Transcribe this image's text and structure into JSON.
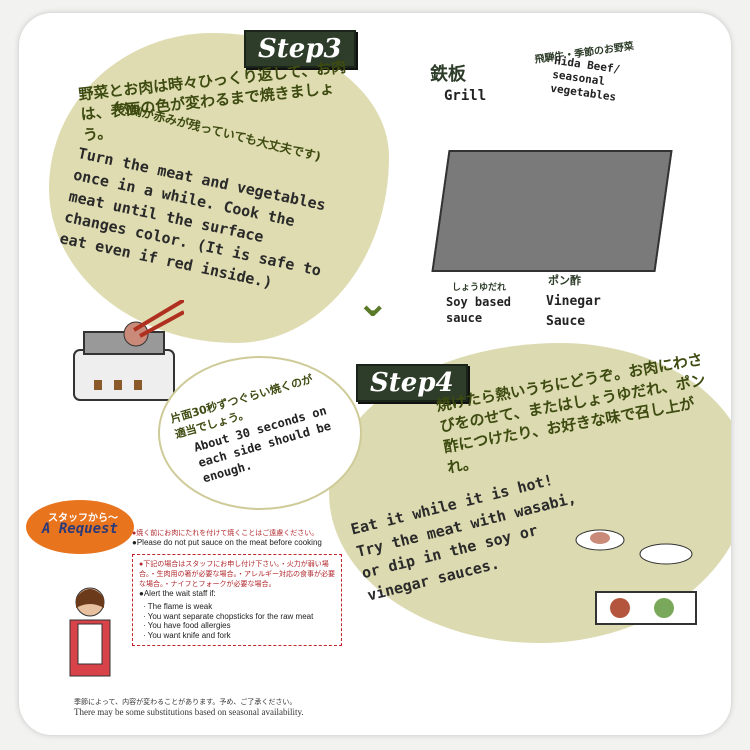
{
  "step3": {
    "badge": "Step3",
    "jp_main": "野菜とお肉は時々ひっくり返して、お肉は、表面の色が変わるまで焼きましょう。",
    "jp_sub": "(内側が赤みが残っていても大丈夫です)",
    "en": "Turn the meat and vegetables once in a while. Cook the meat until the surface changes color. (It is safe to eat even if red inside.)",
    "bubble_jp": "片面30秒ずつぐらい焼くのが適当でしょう。",
    "bubble_en": "About 30 seconds on each side should be enough."
  },
  "diagram": {
    "grill_jp": "鉄板",
    "grill_en": "Grill",
    "beef_jp": "飛騨牛・季節のお野菜",
    "beef_en": "Hida Beef/ seasonal vegetables",
    "soy_jp": "しょうゆだれ",
    "soy_en": "Soy based sauce",
    "vinegar_jp": "ポン酢",
    "vinegar_en": "Vinegar Sauce"
  },
  "step4": {
    "badge": "Step4",
    "jp": "焼けたら熱いうちにどうぞ。お肉にわさびをのせて、またはしょうゆだれ、ポン酢につけたり、お好きな味で召し上がれ。",
    "en": "Eat it while it is hot! Try the meat with wasabi, or dip in the soy or vinegar sauces."
  },
  "request": {
    "jp": "スタッフから〜",
    "en": "A Request"
  },
  "notes": {
    "jp1": "●焼く前にお肉にたれを付けて焼くことはご遠慮ください。",
    "en1": "●Please do not put sauce on the meat before cooking",
    "jp2": "●下記の場合はスタッフにお申し付け下さい。・火力が弱い場合。・生肉用の箸が必要な場合。・アレルギー対応の食事が必要な場合。・ナイフとフォークが必要な場合。",
    "en2_title": "●Alert the wait staff if:",
    "en2_items": [
      "· The flame is weak",
      "· You want separate chopsticks for the raw meat",
      "· You have food allergies",
      "· You want knife and fork"
    ]
  },
  "footer": {
    "jp": "季節によって、内容が変わることがあります。予め、ご了承ください。",
    "en": "There may be some substitutions based on seasonal availability."
  }
}
